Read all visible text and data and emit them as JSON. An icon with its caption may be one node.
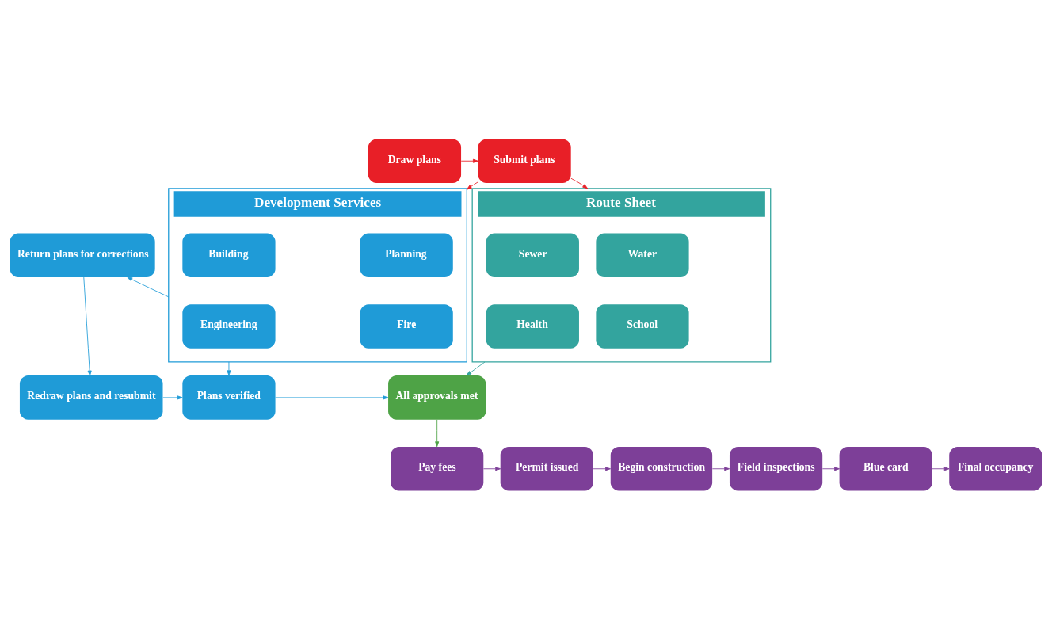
{
  "diagram": {
    "nodes": [
      {
        "text": [
          "Draw plans"
        ]
      },
      {
        "text": [
          "Submit plans"
        ]
      },
      {
        "text": [
          "Route Sheet"
        ]
      },
      {
        "text": [
          "Water"
        ],
        "in": 2
      },
      {
        "text": [
          "Sewer"
        ],
        "in": 2
      },
      {
        "text": [
          "School"
        ],
        "in": 2
      },
      {
        "text": [
          "Health"
        ],
        "in": 2
      },
      {
        "text": [
          "Development Services"
        ]
      },
      {
        "text": [
          "Planning"
        ],
        "in": 7
      },
      {
        "text": [
          "Building"
        ],
        "in": 7
      },
      {
        "text": [
          "Fire"
        ],
        "in": 7
      },
      {
        "text": [
          "Engineering"
        ],
        "in": 7
      },
      {
        "text": [
          "Return plans for corrections"
        ]
      },
      {
        "text": [
          "All approvals met"
        ]
      },
      {
        "text": [
          "Plans verified"
        ]
      },
      {
        "text": [
          "Redraw plans and resubmit"
        ]
      },
      {
        "text": [
          "Pay fees"
        ]
      },
      {
        "text": [
          "Permit issued"
        ]
      },
      {
        "text": [
          "Begin construction"
        ]
      },
      {
        "text": [
          "Field inspections"
        ]
      },
      {
        "text": [
          "Blue card"
        ]
      },
      {
        "text": [
          "Final occupancy"
        ]
      }
    ],
    "edges": [
      {
        "from": 0,
        "to": 1,
        "arrow": "to",
        "color": "#e81f27"
      },
      {
        "from": 1,
        "to": 2,
        "arrow": "to",
        "color": "#e81f27"
      },
      {
        "from": 1,
        "to": 7,
        "arrow": "to",
        "color": "#e81f27"
      },
      {
        "from": 7,
        "to": 12,
        "arrow": "to"
      },
      {
        "from": 12,
        "to": 15,
        "arrow": "to"
      },
      {
        "from": 15,
        "to": 14,
        "arrow": "to"
      },
      {
        "from": 7,
        "to": 14,
        "arrow": "to"
      },
      {
        "from": 14,
        "to": 13,
        "arrow": "to"
      },
      {
        "from": 2,
        "to": 13,
        "arrow": "to",
        "color": "#33a49e"
      },
      {
        "from": 13,
        "to": 16,
        "arrow": "to",
        "color": "#4ea346"
      },
      {
        "from": 16,
        "to": 17,
        "arrow": "to",
        "color": "#7d3f98"
      },
      {
        "from": 17,
        "to": 18,
        "arrow": "to",
        "color": "#7d3f98"
      },
      {
        "from": 18,
        "to": 19,
        "arrow": "to",
        "color": "#7d3f98"
      },
      {
        "from": 19,
        "to": 20,
        "arrow": "to",
        "color": "#7d3f98"
      },
      {
        "from": 20,
        "to": 21,
        "arrow": "to",
        "color": "#7d3f98"
      }
    ]
  }
}
